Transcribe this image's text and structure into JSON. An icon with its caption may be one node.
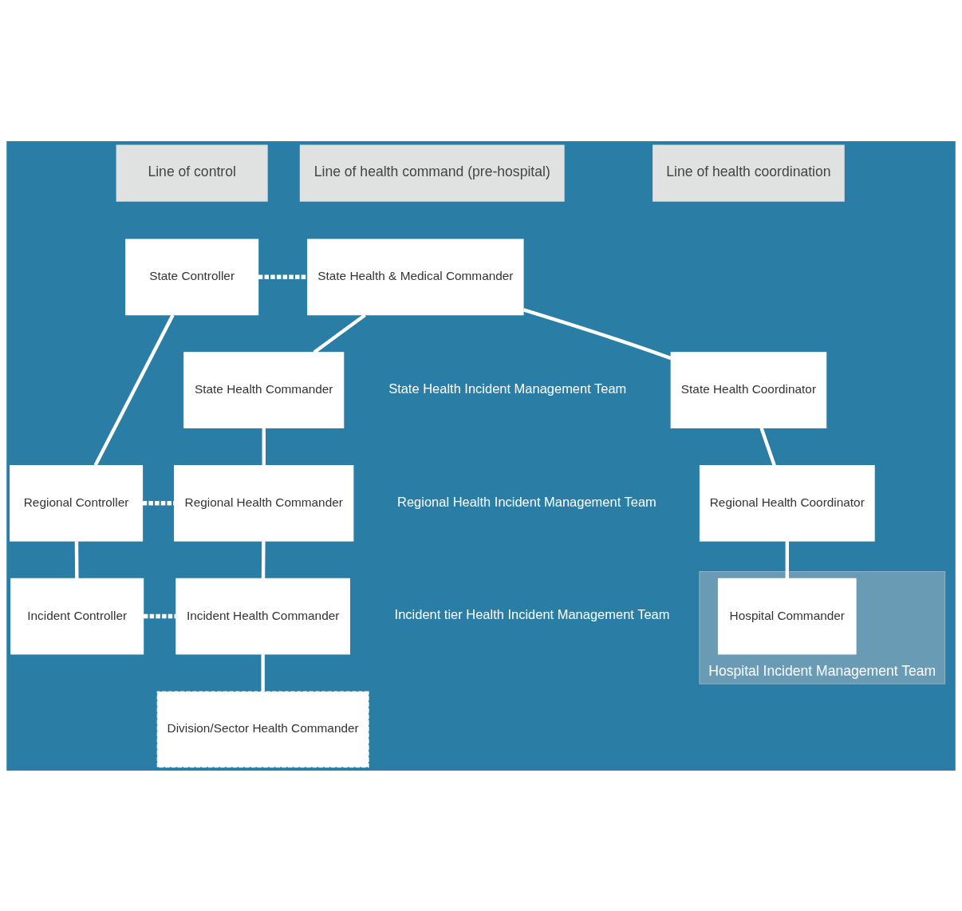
{
  "diagram": {
    "nodes": [
      {
        "text": [
          "State Controller"
        ]
      },
      {
        "text": [
          "State Health & Medical Commander"
        ]
      },
      {
        "text": [
          "State Health Commander"
        ]
      },
      {
        "text": [
          "State Health Coordinator"
        ]
      },
      {
        "text": [
          "Regional Controller"
        ]
      },
      {
        "text": [
          "Regional Health Commander"
        ]
      },
      {
        "text": [
          "Regional Health Coordinator"
        ]
      },
      {
        "text": [
          "Incident Controller"
        ]
      },
      {
        "text": [
          "Incident Health Commander"
        ]
      },
      {
        "text": [
          "Hospital Incident Management Team"
        ]
      },
      {
        "text": [
          "Hospital Commander"
        ],
        "in": 9
      },
      {
        "text": [
          "Division/Sector Health Commander"
        ]
      }
    ],
    "edges": [
      {
        "from": 0,
        "to": 1,
        "arrow": "none",
        "style": "dashed"
      },
      {
        "from": 0,
        "to": 4,
        "arrow": "none"
      },
      {
        "from": 1,
        "to": 2,
        "arrow": "none"
      },
      {
        "from": 1,
        "to": 3,
        "arrow": "none"
      },
      {
        "from": 4,
        "to": 5,
        "arrow": "none",
        "style": "dashed"
      },
      {
        "from": 2,
        "to": 5,
        "arrow": "none"
      },
      {
        "from": 3,
        "to": 6,
        "arrow": "none"
      },
      {
        "from": 4,
        "to": 7,
        "arrow": "none"
      },
      {
        "from": 7,
        "to": 8,
        "arrow": "none",
        "style": "dashed"
      },
      {
        "from": 5,
        "to": 8,
        "arrow": "none"
      },
      {
        "from": 6,
        "to": 10,
        "arrow": "none"
      },
      {
        "from": 8,
        "to": 11,
        "arrow": "none"
      }
    ],
    "labels": [
      "Line of control",
      "Line of health command (pre-hospital)",
      "Line of health coordination",
      "State Health Incident Management Team",
      "Regional Health Incident Management Team",
      "Incident tier Health Incident Management Team"
    ]
  }
}
